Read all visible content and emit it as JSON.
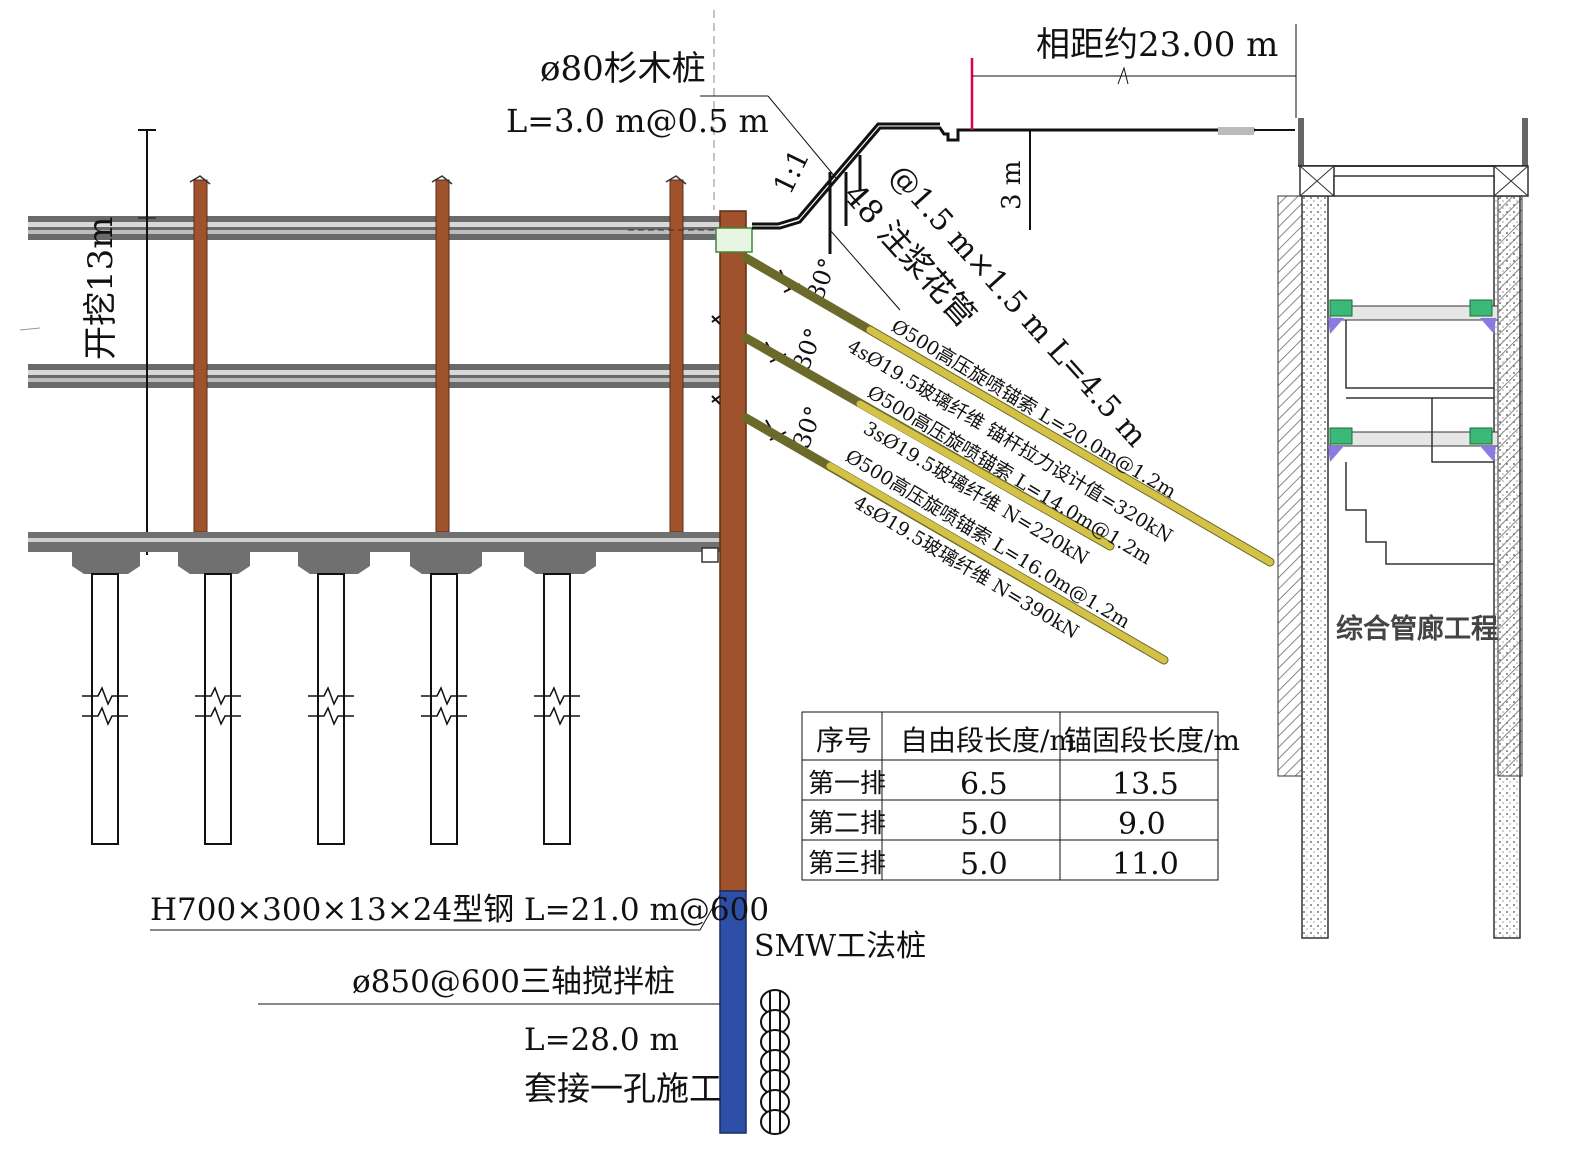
{
  "labels": {
    "fir_pile_title": "ø80杉木桩",
    "fir_pile_spec": "L=3.0 m@0.5 m",
    "distance": "相距约23.00 m",
    "slope": "1:1",
    "grout_pipe_spacing": "@1.5 m×1.5 m L=4.5 m",
    "grout_pipe": "48 注浆花管",
    "depth_3m": "3 m",
    "excavation_depth": "开挖13m",
    "angle": "30°",
    "anchor1_line1": "Ø500高压旋喷锚索 L=20.0m@1.2m",
    "anchor1_line2": "4sØ19.5玻璃纤维 锚杆拉力设计值=320kN",
    "anchor2_line1": "Ø500高压旋喷锚索 L=14.0m@1.2m",
    "anchor2_line2": "3sØ19.5玻璃纤维 N=220kN",
    "anchor3_line1": "Ø500高压旋喷锚索 L=16.0m@1.2m",
    "anchor3_line2": "4sØ19.5玻璃纤维 N=390kN",
    "utility_tunnel": "综合管廊工程",
    "steel_section": "H700×300×13×24型钢 L=21.0 m@600",
    "smw": "SMW工法桩",
    "mixing_pile": "ø850@600三轴搅拌桩",
    "pile_length": "L=28.0 m",
    "overlap": "套接一孔施工"
  },
  "table": {
    "headers": [
      "序号",
      "自由段长度/m",
      "锚固段长度/m"
    ],
    "rows": [
      [
        "第一排",
        "6.5",
        "13.5"
      ],
      [
        "第二排",
        "5.0",
        "9.0"
      ],
      [
        "第三排",
        "5.0",
        "11.0"
      ]
    ]
  },
  "colors": {
    "steel_brown": "#a0522d",
    "mixing_blue": "#2e4fa8",
    "anchor_yellow": "#d4c247",
    "beam_gray": "#707070",
    "red_mark": "#e0004a"
  }
}
